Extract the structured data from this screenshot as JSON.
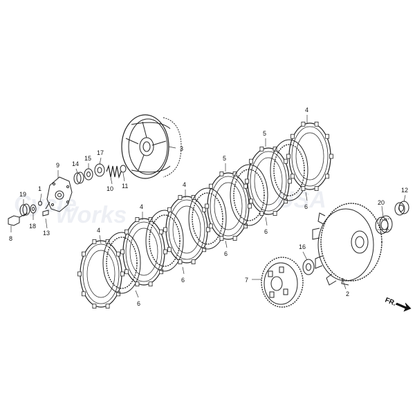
{
  "diagram": {
    "watermark_words": [
      "Cycle",
      "Works"
    ],
    "watermark_right": "USA",
    "direction_label": "FR.",
    "part_numbers": {
      "p1": "1",
      "p2": "2",
      "p3": "3",
      "p4": "4",
      "p5": "5",
      "p6": "6",
      "p7": "7",
      "p8": "8",
      "p9": "9",
      "p10": "10",
      "p11": "11",
      "p12": "12",
      "p13": "13",
      "p14": "14",
      "p15": "15",
      "p16": "16",
      "p17": "17",
      "p18": "18",
      "p19": "19",
      "p20": "20"
    }
  }
}
